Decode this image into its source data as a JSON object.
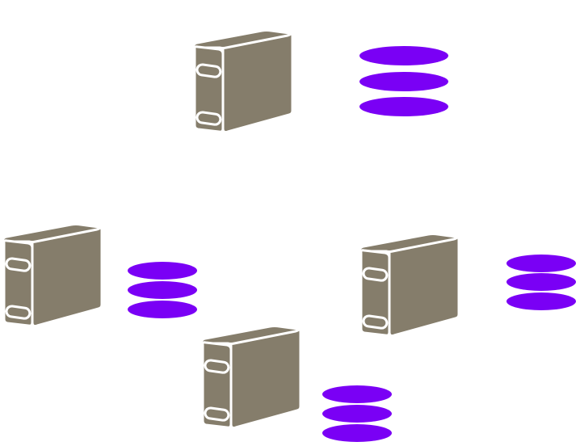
{
  "diagram": {
    "colors": {
      "server_body": "#857d6b",
      "server_outline": "#ffffff",
      "database": "#7a00f5"
    },
    "nodes": [
      {
        "id": "server-1",
        "icon": "server-icon"
      },
      {
        "id": "database-1",
        "icon": "database-icon"
      },
      {
        "id": "server-2",
        "icon": "server-icon"
      },
      {
        "id": "database-2",
        "icon": "database-icon"
      },
      {
        "id": "server-3",
        "icon": "server-icon"
      },
      {
        "id": "database-3",
        "icon": "database-icon"
      },
      {
        "id": "server-4",
        "icon": "server-icon"
      },
      {
        "id": "database-4",
        "icon": "database-icon"
      }
    ]
  }
}
